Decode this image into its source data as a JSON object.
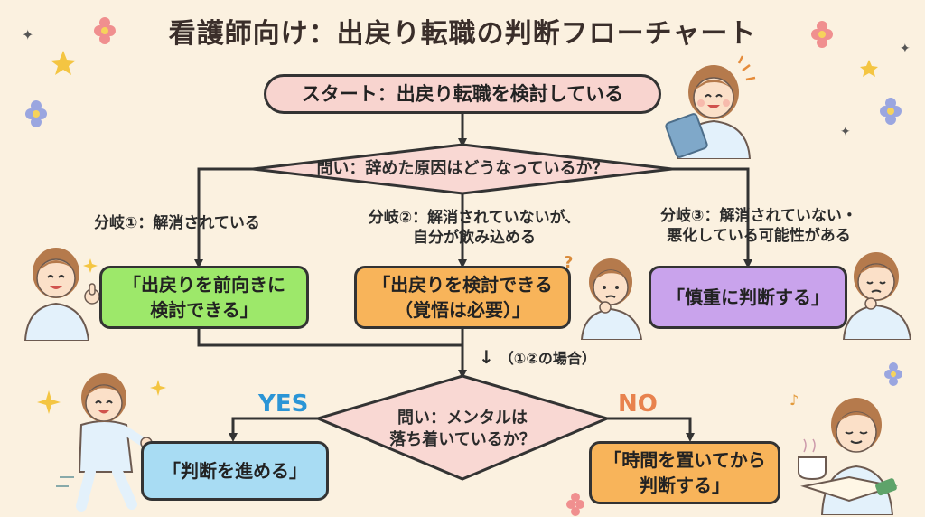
{
  "title": "看護師向け：出戻り転職の判断フローチャート",
  "start": "スタート：出戻り転職を検討している",
  "question1": "問い：辞めた原因はどうなっているか？",
  "branches": {
    "b1_label": "分岐①：解消されている",
    "b2_label_1": "分岐②：解消されていないが、",
    "b2_label_2": "自分が飲み込める",
    "b3_label_1": "分岐③：解消されていない・",
    "b3_label_2": "悪化している可能性がある"
  },
  "results": {
    "r1_line1": "「出戻りを前向きに",
    "r1_line2": "検討できる」",
    "r2_line1": "「出戻りを検討できる",
    "r2_line2": "（覚悟は必要）」",
    "r3": "「慎重に判断する」"
  },
  "merge_label": "（①②の場合）",
  "question2_line1": "問い：メンタルは",
  "question2_line2": "落ち着いているか？",
  "yes_label": "YES",
  "no_label": "NO",
  "final": {
    "yes_result": "「判断を進める」",
    "no_line1": "「時間を置いてから",
    "no_line2": "判断する」"
  },
  "colors": {
    "start_fill": "#f8d4cf",
    "r1_fill": "#9de86a",
    "r2_fill": "#f8b45a",
    "r3_fill": "#c9a3ec",
    "yes_fill": "#a8dcf3",
    "no_fill": "#f8b45a",
    "diamond_fill": "#f9d8d3",
    "yes_color": "#2b95d6",
    "no_color": "#e8824e"
  }
}
